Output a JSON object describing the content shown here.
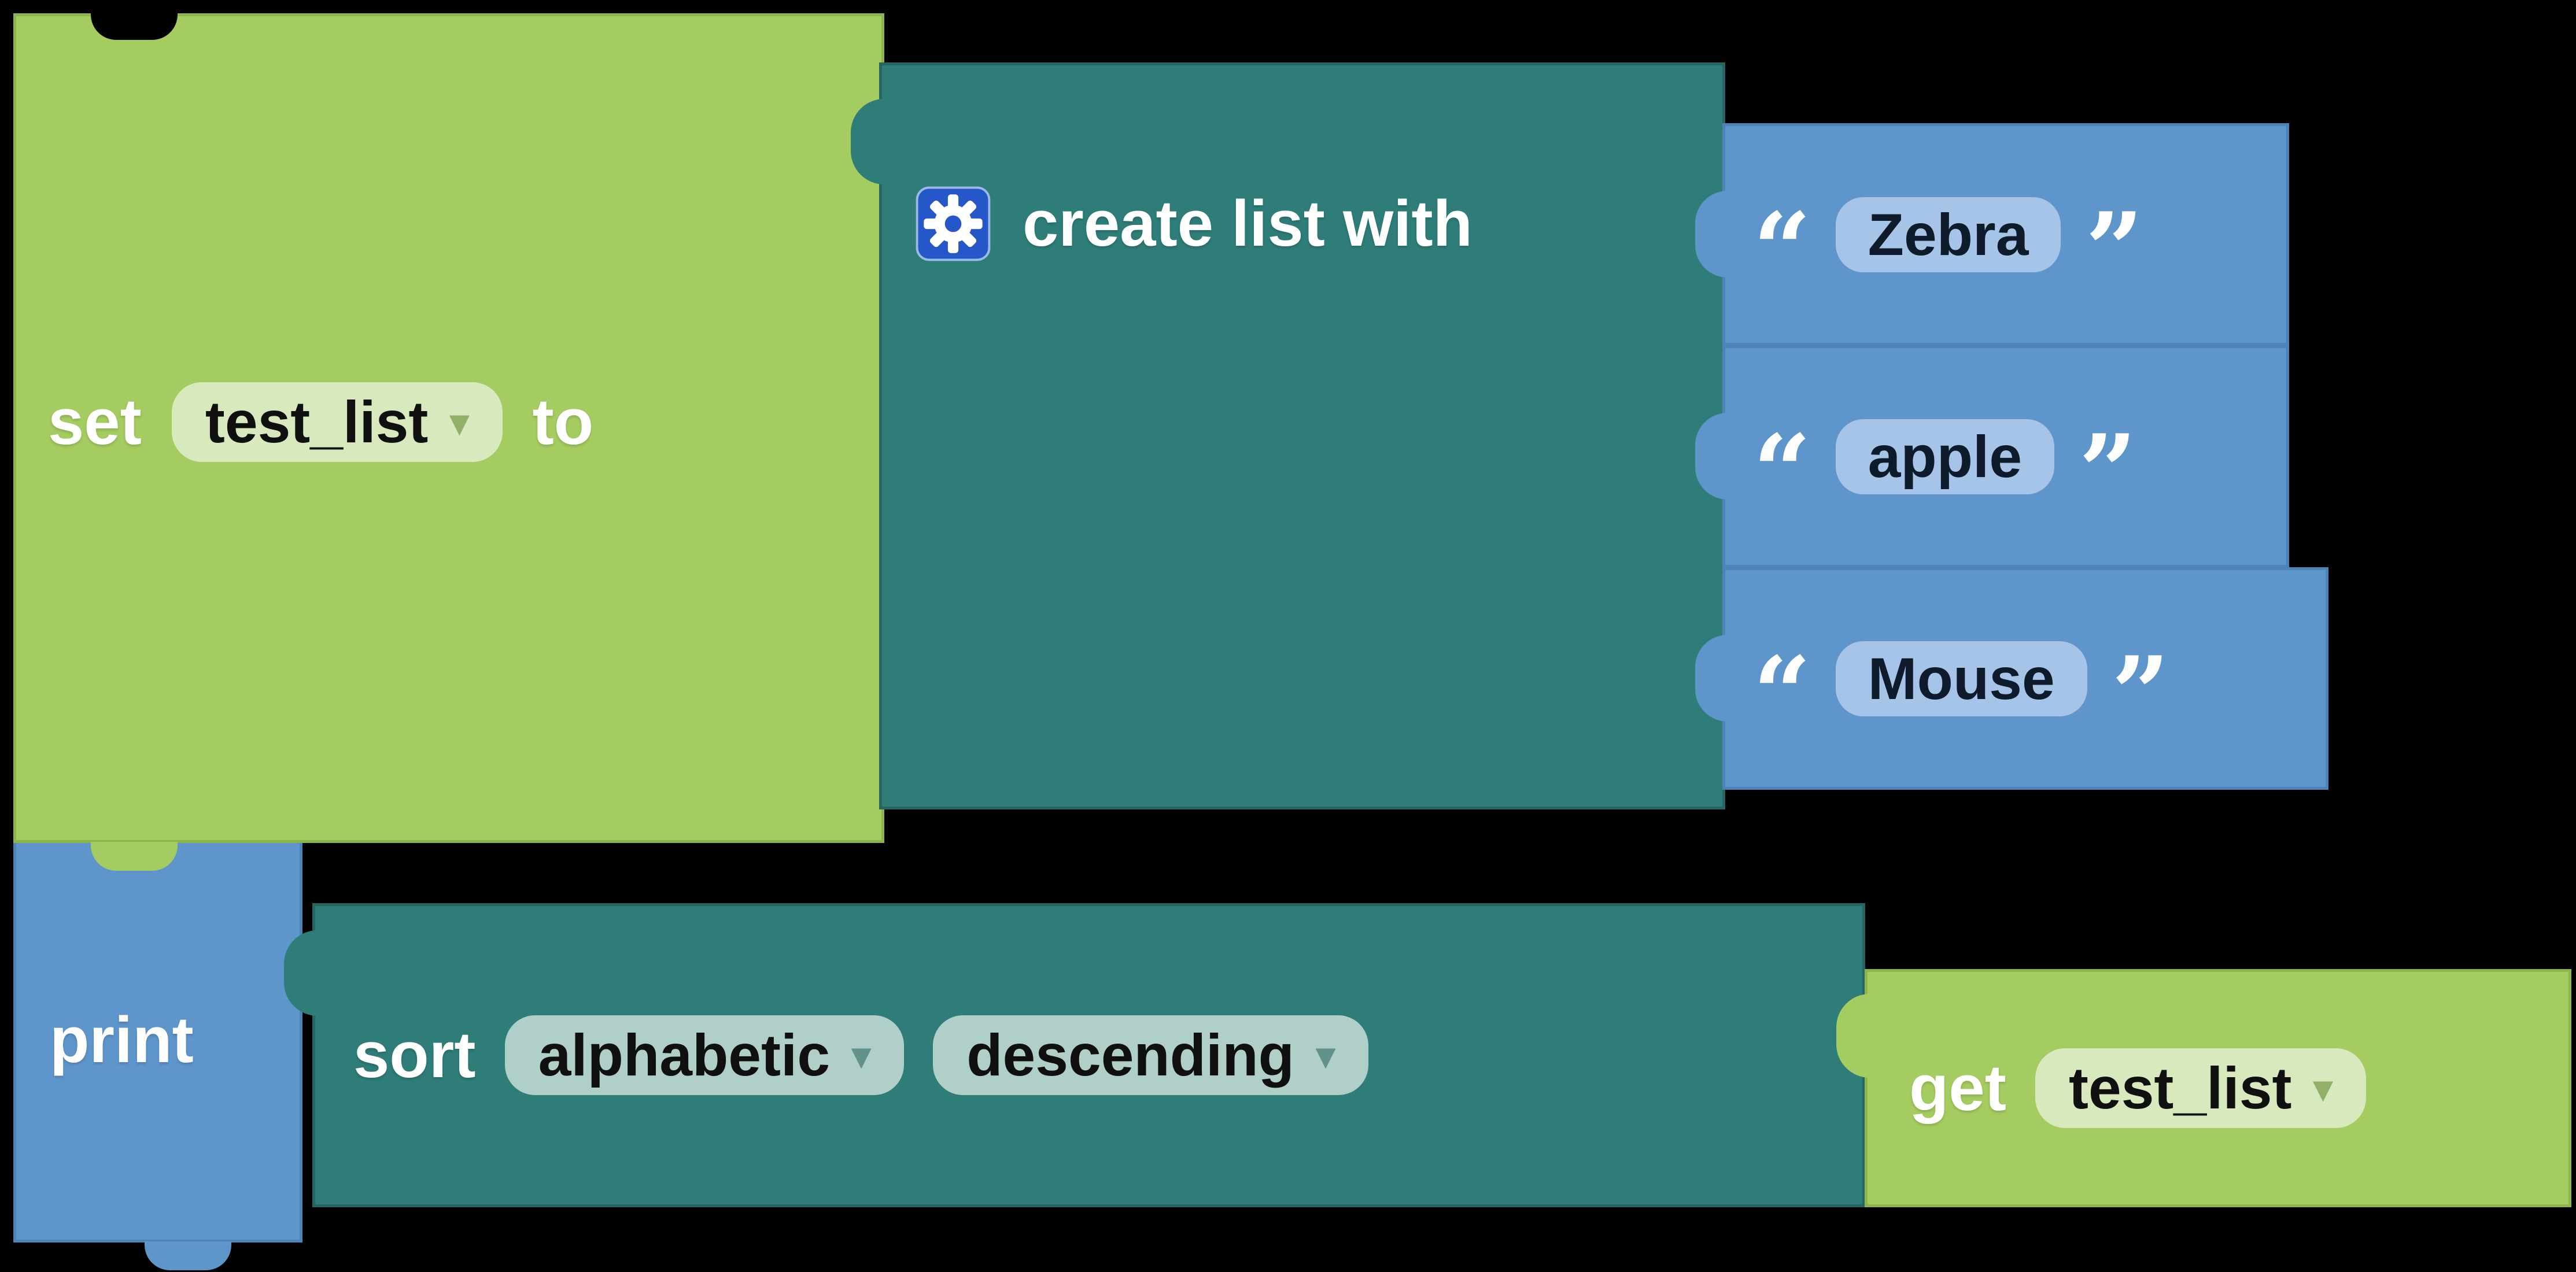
{
  "workspace": {
    "background": "#000000"
  },
  "colors": {
    "variable_block": "#A4CC60",
    "list_block": "#2E7D78",
    "text_block": "#5E95CB",
    "variable_dropdown_bg": "#D8E9BE",
    "list_dropdown_bg": "#AFCFC8",
    "text_field_bg": "#A6C4E8",
    "mutator_icon_bg": "#2557C9",
    "label_text": "#FFFFFF"
  },
  "blocks": {
    "set_variable": {
      "label_set": "set",
      "variable_value": "test_list",
      "dropdown_arrow": "▾",
      "label_to": "to"
    },
    "create_list": {
      "label": "create list with"
    },
    "string_items": [
      {
        "open_quote": "“",
        "value": "Zebra",
        "close_quote": "”"
      },
      {
        "open_quote": "“",
        "value": "apple",
        "close_quote": "”"
      },
      {
        "open_quote": "“",
        "value": "Mouse",
        "close_quote": "”"
      }
    ],
    "print_block": {
      "label": "print"
    },
    "sort_block": {
      "label": "sort",
      "type_value": "alphabetic",
      "order_value": "descending",
      "dropdown_arrow": "▾"
    },
    "get_variable": {
      "label_get": "get",
      "variable_value": "test_list",
      "dropdown_arrow": "▾"
    }
  }
}
